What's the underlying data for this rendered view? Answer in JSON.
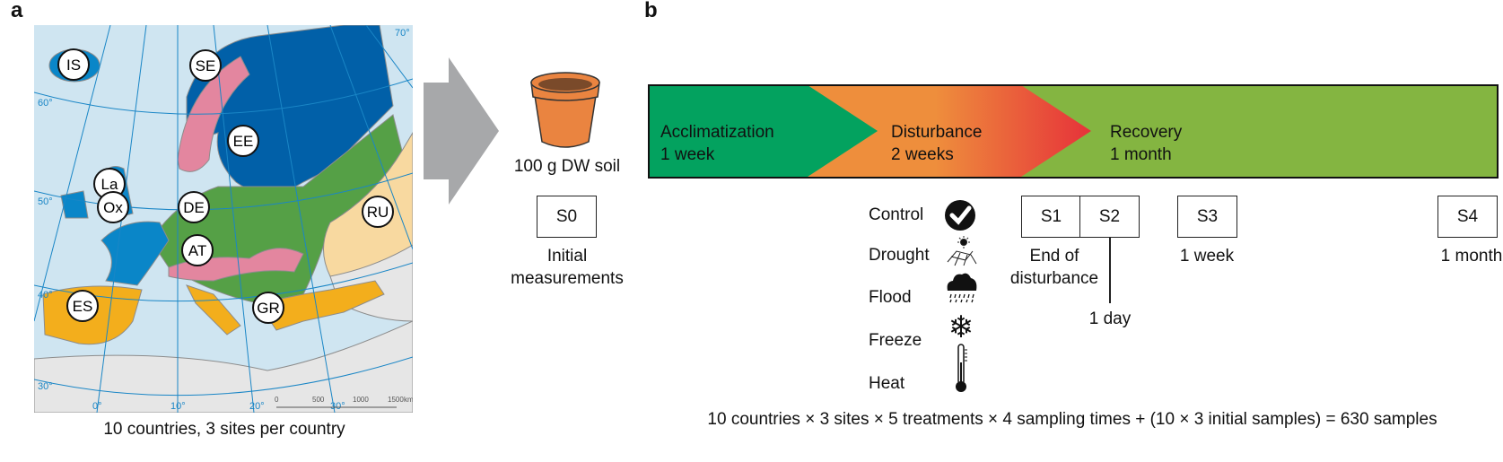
{
  "panel_a": {
    "label": "a",
    "caption": "10 countries, 3 sites per country",
    "sites": [
      "IS",
      "SE",
      "EE",
      "La",
      "Ox",
      "DE",
      "AT",
      "RU",
      "ES",
      "GR"
    ],
    "graticule_labels": [
      "60°",
      "50°",
      "40°",
      "30°",
      "0°",
      "10°",
      "20°",
      "30°",
      "70°"
    ],
    "scale_bar": {
      "ticks": [
        "0",
        "500",
        "1000",
        "1500"
      ],
      "unit": "km"
    },
    "colors": {
      "sea": "#cfe5f1",
      "boreal": "#0160a8",
      "atlantic": "#0a86c8",
      "continental": "#55a046",
      "alpine": "#e3869f",
      "mediterranean": "#f3ae1c",
      "steppic": "#f8d9a0",
      "outside": "#e6e6e6",
      "border": "#8c8c8c",
      "graticule": "#1a86c6"
    }
  },
  "panel_b": {
    "label": "b",
    "soil": {
      "label": "100 g DW soil",
      "pot_color": "#ea8440",
      "soil_color": "#7a4a2a"
    },
    "s0": {
      "label": "S0",
      "caption_1": "Initial",
      "caption_2": "measurements"
    },
    "phases": [
      {
        "name": "Acclimatization",
        "duration": "1 week",
        "color": "#03a25f"
      },
      {
        "name": "Disturbance",
        "duration": "2 weeks",
        "color_start": "#ee8e3c",
        "color_end": "#e6323a"
      },
      {
        "name": "Recovery",
        "duration": "1 month",
        "color": "#84b541"
      }
    ],
    "treatments": [
      {
        "label": "Control",
        "icon": "check-circle-icon"
      },
      {
        "label": "Drought",
        "icon": "drought-sun-cracked-soil-icon"
      },
      {
        "label": "Flood",
        "icon": "rain-cloud-icon"
      },
      {
        "label": "Freeze",
        "icon": "snowflake-icon"
      },
      {
        "label": "Heat",
        "icon": "thermometer-icon"
      }
    ],
    "samples": [
      {
        "label": "S1",
        "caption_1": "End of",
        "caption_2": "disturbance"
      },
      {
        "label": "S2",
        "caption": "1 day"
      },
      {
        "label": "S3",
        "caption": "1 week"
      },
      {
        "label": "S4",
        "caption": "1 month"
      }
    ],
    "summary": "10 countries × 3 sites × 5 treatments × 4 sampling times + (10 × 3 initial samples) = 630 samples"
  }
}
